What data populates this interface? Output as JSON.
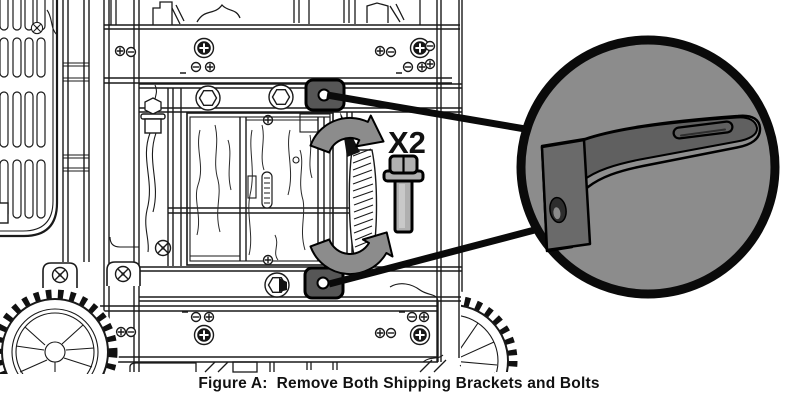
{
  "figure": {
    "caption": "Figure A:  Remove Both Shipping Brackets and Bolts",
    "quantity_label": "X2"
  },
  "callout": {
    "part_icon": "shipping-bracket-icon",
    "bolt_icon": "flange-bolt-icon",
    "bracket_count_shown": 2
  },
  "colors": {
    "background": "#ffffff",
    "line": "#1a1a1a",
    "callout_bg": "#8c8c8c",
    "callout_ring": "#0a0a0a",
    "bracket_face": "#606060",
    "bracket_flange": "#6a6a6a",
    "bracket_edge": "#8f8f8f",
    "mount_fill": "#565656",
    "metal_light": "#b0b0b0",
    "arrow_fill": "#8c8c8c",
    "leader": "#0a0a0a"
  }
}
